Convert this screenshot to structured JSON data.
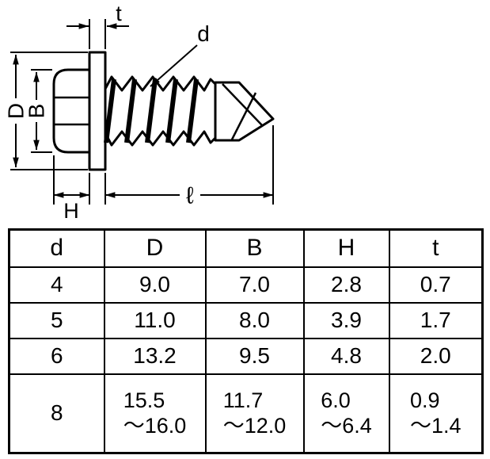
{
  "diagram": {
    "labels": {
      "t": "t",
      "d": "d",
      "D": "D",
      "B": "B",
      "H": "H",
      "length": "ℓ"
    }
  },
  "table": {
    "headers": [
      "d",
      "D",
      "B",
      "H",
      "t"
    ],
    "rows": [
      [
        "4",
        "9.0",
        "7.0",
        "2.8",
        "0.7"
      ],
      [
        "5",
        "11.0",
        "8.0",
        "3.9",
        "1.7"
      ],
      [
        "6",
        "13.2",
        "9.5",
        "4.8",
        "2.0"
      ],
      [
        "8",
        "15.5\n～16.0",
        "11.7\n～12.0",
        "6.0\n～6.4",
        "0.9\n～1.4"
      ]
    ]
  }
}
